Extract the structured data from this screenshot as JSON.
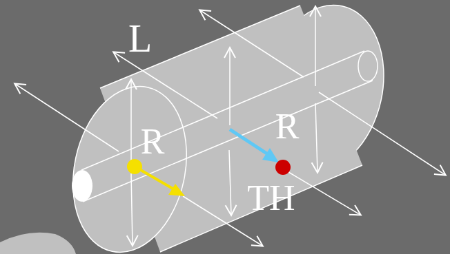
{
  "diagram": {
    "labels": [
      "L",
      "R",
      "R",
      "TH"
    ]
  }
}
